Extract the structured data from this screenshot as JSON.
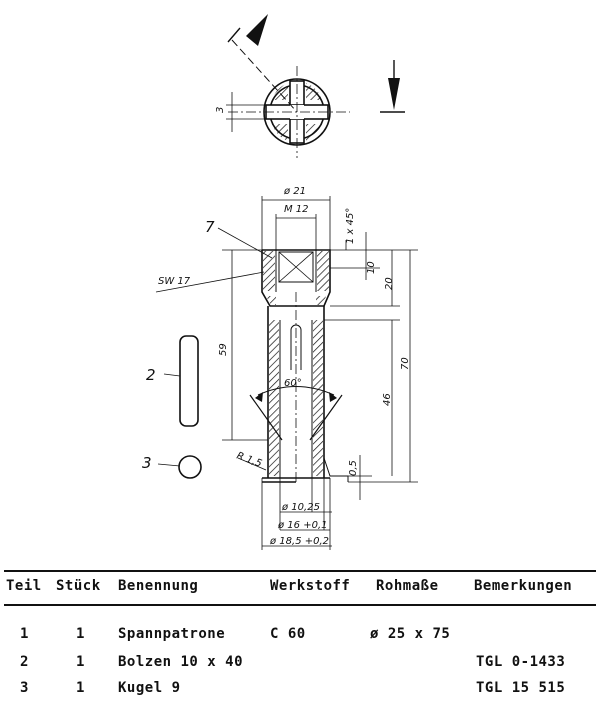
{
  "drawing": {
    "section_dim_3": "3",
    "dia_21": "ø 21",
    "thread_m12": "M 12",
    "chamfer": "1 x 45°",
    "callout_7": "7",
    "wrench_size": "SW 17",
    "dim_10": "10",
    "dim_20": "20",
    "dim_59": "59",
    "dim_70": "70",
    "dim_46": "46",
    "angle_60": "60°",
    "callout_2": "2",
    "callout_3": "3",
    "radius": "R 1,5",
    "dim_05": "0,5",
    "dia_1025": "ø 10,25",
    "dia_16": "ø 16 +0,1",
    "dia_185": "ø 18,5 +0,2"
  },
  "table": {
    "headers": {
      "teil": "Teil",
      "stueck": "Stück",
      "benennung": "Benennung",
      "werkstoff": "Werkstoff",
      "rohmasse": "Rohmaße",
      "bemerkungen": "Bemerkungen"
    },
    "rows": [
      {
        "teil": "1",
        "stueck": "1",
        "benennung": "Spannpatrone",
        "werkstoff": "C 60",
        "rohmasse": "ø 25 x 75",
        "bemerkungen": ""
      },
      {
        "teil": "2",
        "stueck": "1",
        "benennung": "Bolzen 10 x 40",
        "werkstoff": "",
        "rohmasse": "",
        "bemerkungen": "TGL 0-1433"
      },
      {
        "teil": "3",
        "stueck": "1",
        "benennung": "Kugel 9",
        "werkstoff": "",
        "rohmasse": "",
        "bemerkungen": "TGL 15 515"
      }
    ]
  }
}
